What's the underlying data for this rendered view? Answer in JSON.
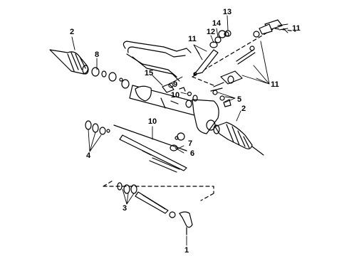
{
  "diagram": {
    "callouts": [
      {
        "id": "c1",
        "text": "1"
      },
      {
        "id": "c2a",
        "text": "2"
      },
      {
        "id": "c2b",
        "text": "2"
      },
      {
        "id": "c3",
        "text": "3"
      },
      {
        "id": "c4",
        "text": "4"
      },
      {
        "id": "c5",
        "text": "5"
      },
      {
        "id": "c6",
        "text": "6"
      },
      {
        "id": "c7",
        "text": "7"
      },
      {
        "id": "c8",
        "text": "8"
      },
      {
        "id": "c9",
        "text": "9"
      },
      {
        "id": "c10a",
        "text": "10"
      },
      {
        "id": "c10b",
        "text": "10"
      },
      {
        "id": "c11a",
        "text": "11"
      },
      {
        "id": "c11b",
        "text": "11"
      },
      {
        "id": "c11c",
        "text": "11"
      },
      {
        "id": "c12",
        "text": "12"
      },
      {
        "id": "c13",
        "text": "13"
      },
      {
        "id": "c14",
        "text": "14"
      },
      {
        "id": "c15",
        "text": "15"
      }
    ]
  }
}
